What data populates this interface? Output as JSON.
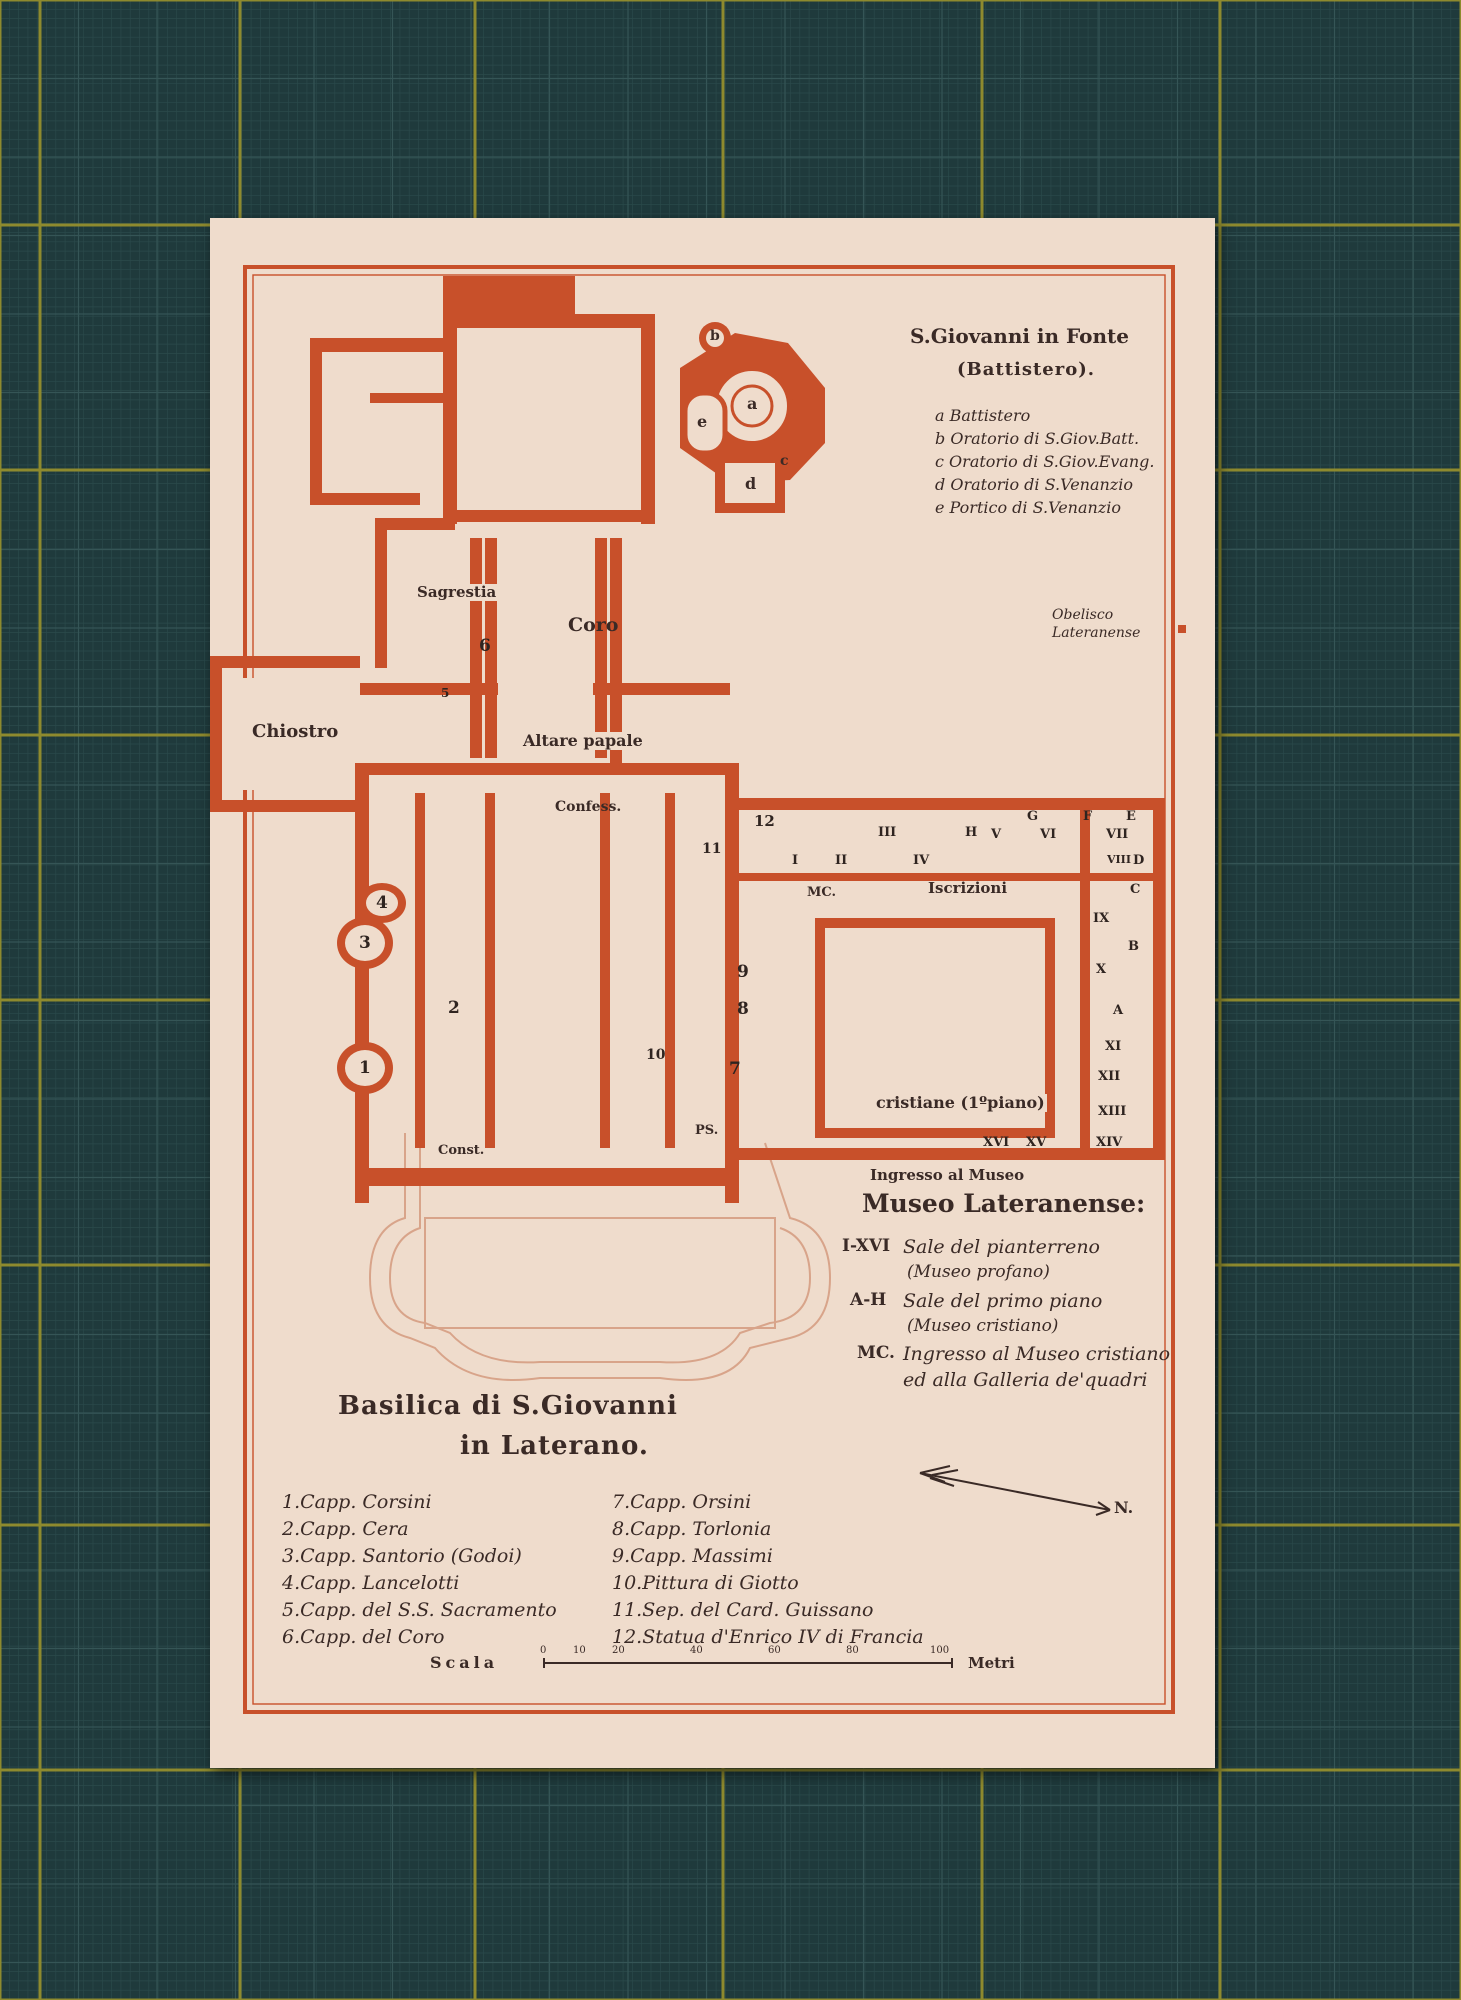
{
  "title": {
    "line1": "Basilica di S.Giovanni",
    "line2": "in Laterano."
  },
  "baptistery": {
    "title": "S.Giovanni in Fonte",
    "subtitle": "(Battistero).",
    "legend": [
      "a Battistero",
      "b Oratorio di S.Giov.Batt.",
      "c Oratorio di S.Giov.Evang.",
      "d Oratorio di S.Venanzio",
      "e Portico di S.Venanzio"
    ],
    "letters": [
      "a",
      "b",
      "c",
      "d",
      "e"
    ]
  },
  "obelisk": {
    "line1": "Obelisco",
    "line2": "Lateranense"
  },
  "rooms": {
    "sagrestia": "Sagrestia",
    "coro": "Coro",
    "chiostro": "Chiostro",
    "altare": "Altare papale",
    "confess": "Confess.",
    "const": "Const.",
    "ps": "PS.",
    "mc": "MC.",
    "iscrizioni": "Iscrizioni",
    "cristiane": "cristiane (1ºpiano)",
    "ingresso": "Ingresso al Museo"
  },
  "chapel_numbers": [
    "1",
    "2",
    "3",
    "4",
    "5",
    "6",
    "7",
    "8",
    "9",
    "10",
    "11",
    "12"
  ],
  "museum_rooms": [
    "I",
    "II",
    "III",
    "IV",
    "H",
    "V",
    "VI",
    "VII",
    "VIII",
    "IX",
    "X",
    "XI",
    "XII",
    "XIII",
    "XIV",
    "XV",
    "XVI",
    "A",
    "B",
    "C",
    "D",
    "E",
    "F",
    "G"
  ],
  "museum": {
    "title": "Museo Lateranense:",
    "legend": [
      {
        "key": "I-XVI",
        "text": "Sale del pianterreno"
      },
      {
        "key": "",
        "text": "(Museo profano)"
      },
      {
        "key": "A-H",
        "text": "Sale del primo piano"
      },
      {
        "key": "",
        "text": "(Museo cristiano)"
      },
      {
        "key": "MC.",
        "text": "Ingresso al Museo cristiano"
      },
      {
        "key": "",
        "text": "ed alla Galleria de'quadri"
      }
    ]
  },
  "chapels_left": [
    "1.Capp. Corsini",
    "2.Capp. Cera",
    "3.Capp. Santorio (Godoi)",
    "4.Capp. Lancelotti",
    "5.Capp. del S.S. Sacramento",
    "6.Capp. del Coro"
  ],
  "chapels_right": [
    "7.Capp. Orsini",
    "8.Capp. Torlonia",
    "9.Capp. Massimi",
    "10.Pittura di Giotto",
    "11.Sep. del Card. Guissano",
    "12.Statua d'Enrico IV di Francia"
  ],
  "north": "N.",
  "scale": {
    "label": "Scala",
    "ticks": [
      "0",
      "10",
      "20",
      "40",
      "60",
      "80",
      "100"
    ],
    "unit": "Metri"
  },
  "colors": {
    "background": "#1f3a3c",
    "grid": "#8e8a2e",
    "paper": "#efdccc",
    "ink": "#c8502a",
    "text": "#3a2a26"
  }
}
